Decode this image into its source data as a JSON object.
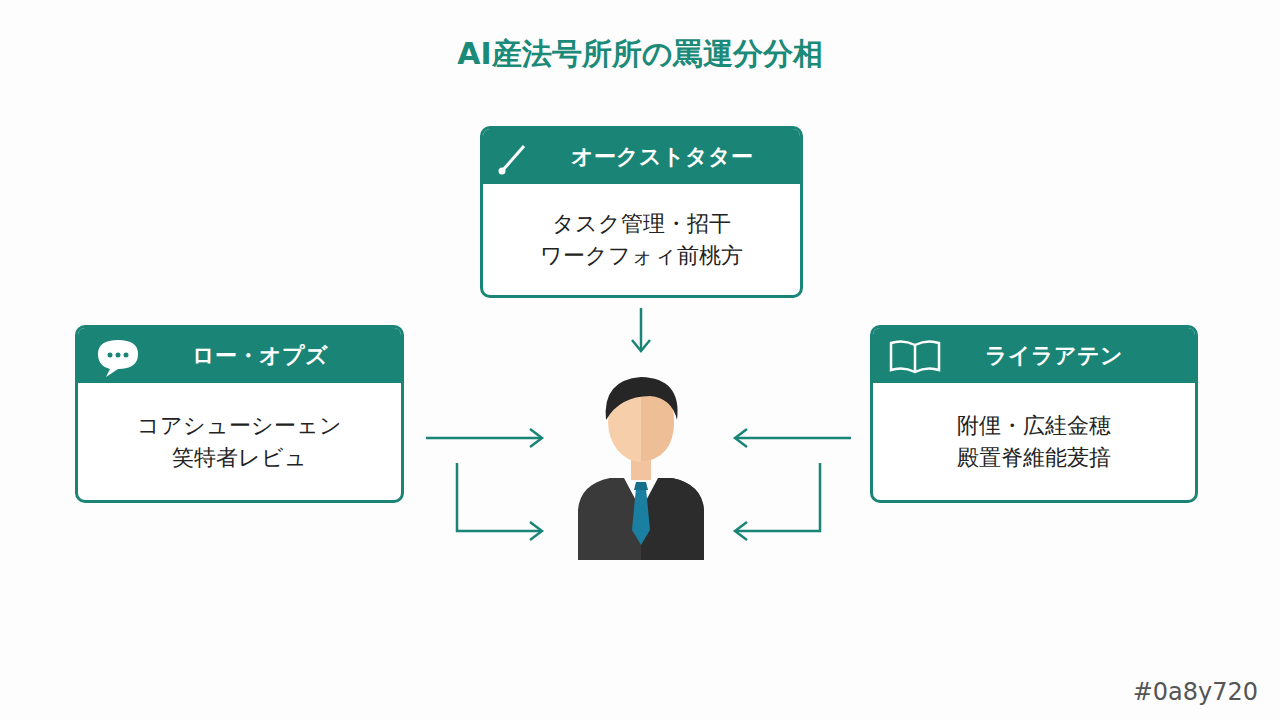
{
  "diagram": {
    "title": "AI産法号所所の罵運分分相",
    "nodes": [
      {
        "text": [
          "オークストタター",
          "タスク管理・招干 ワークフォィ前桃方"
        ]
      },
      {
        "text": [
          "ロー・オプズ",
          "コアシューシーェン 笑特者レビュ"
        ]
      },
      {
        "text": [
          "ライラアテン",
          "附俚・広絓金穂 殿置脊維能茇揞"
        ]
      }
    ],
    "labels": [
      "#0a8y720"
    ]
  }
}
